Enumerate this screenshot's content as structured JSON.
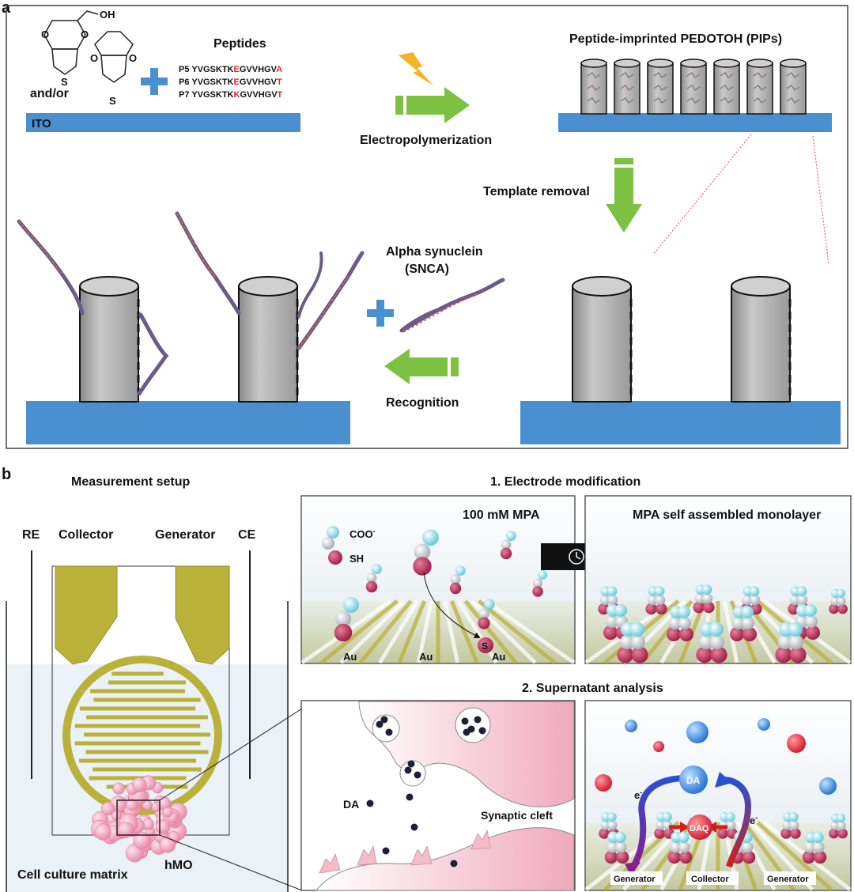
{
  "panel_a": {
    "letter": "a",
    "oh": "OH",
    "ring_o": "O",
    "ring_s": "S",
    "and_or": "and/or",
    "ito": "ITO",
    "peptides_title": "Peptides",
    "peptides": [
      {
        "id": "P5",
        "pre": "YVGSKTK",
        "mid": "E",
        "body": "GVVHGV",
        "end": "A"
      },
      {
        "id": "P6",
        "pre": "YVGSKTK",
        "mid": "E",
        "body": "GVVHGV",
        "end": "T"
      },
      {
        "id": "P7",
        "pre": "YVGSKTK",
        "mid": "K",
        "body": "GVVHGV",
        "end": "T"
      }
    ],
    "electropolymerization": "Electropolymerization",
    "pips_title": "Peptide-imprinted PEDOTOH (PIPs)",
    "template_removal": "Template removal",
    "snca_line1": "Alpha synuclein",
    "snca_line2": "(SNCA)",
    "recognition": "Recognition"
  },
  "panel_b": {
    "letter": "b",
    "measurement_setup": "Measurement setup",
    "electrodes": {
      "re": "RE",
      "collector": "Collector",
      "generator": "Generator",
      "ce": "CE"
    },
    "cell_culture": "Cell culture matrix",
    "hmo": "hMO",
    "step1": "1. Electrode modification",
    "mpa_conc": "100 mM MPA",
    "coo": "COO",
    "coo_sup": "-",
    "sh": "SH",
    "s": "S",
    "au": "Au",
    "sam_title": "MPA self assembled monolayer",
    "step2": "2. Supernatant analysis",
    "da": "DA",
    "synaptic_cleft": "Synaptic cleft",
    "da_ball": "DA",
    "daq": "DAQ",
    "electron": "e",
    "electron_sup": "-",
    "bottom_labels": {
      "gen1": "Generator",
      "collector": "Collector",
      "gen2": "Generator"
    }
  },
  "colors": {
    "ito_blue": "#4a90d0",
    "arrow_green": "#7dc142",
    "cross_blue": "#4a90d0",
    "gold": "#b9b13a",
    "thiol_red": "#b0234a",
    "carboxyl_cyan": "#7fd8e6"
  }
}
